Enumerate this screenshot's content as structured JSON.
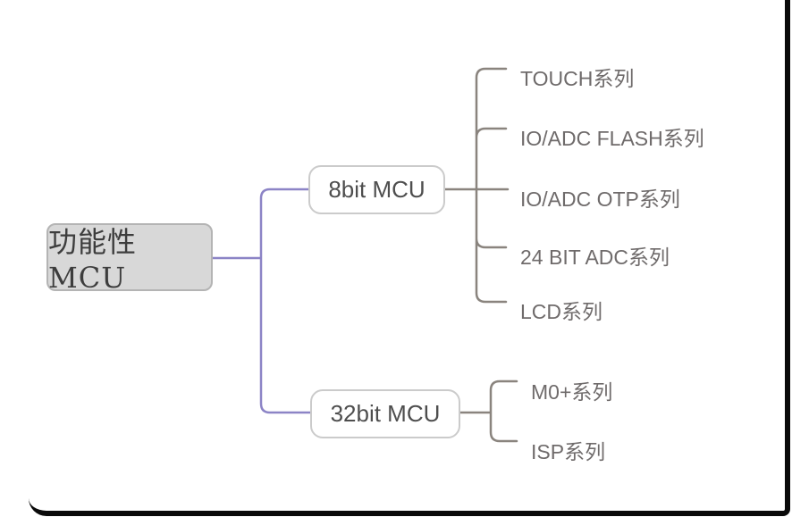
{
  "diagram": {
    "type": "mindmap",
    "root": {
      "label": "功能性MCU"
    },
    "branches": [
      {
        "label": "8bit MCU",
        "children": [
          {
            "label": "TOUCH系列"
          },
          {
            "label": "IO/ADC FLASH系列"
          },
          {
            "label": "IO/ADC OTP系列"
          },
          {
            "label": "24 BIT ADC系列"
          },
          {
            "label": "LCD系列"
          }
        ]
      },
      {
        "label": "32bit MCU",
        "children": [
          {
            "label": "M0+系列"
          },
          {
            "label": "ISP系列"
          }
        ]
      }
    ],
    "colors": {
      "root_connector": "#8c84c6",
      "branch_connector": "#8a847e",
      "root_fill": "#d8d8d8",
      "root_border": "#b4b4b4",
      "node_border": "#cbcbcb",
      "root_text": "#3d3d3d",
      "node_text": "#4e4e4e",
      "child_text": "#6f6b6b",
      "frame_border": "#0a0a0a"
    }
  }
}
